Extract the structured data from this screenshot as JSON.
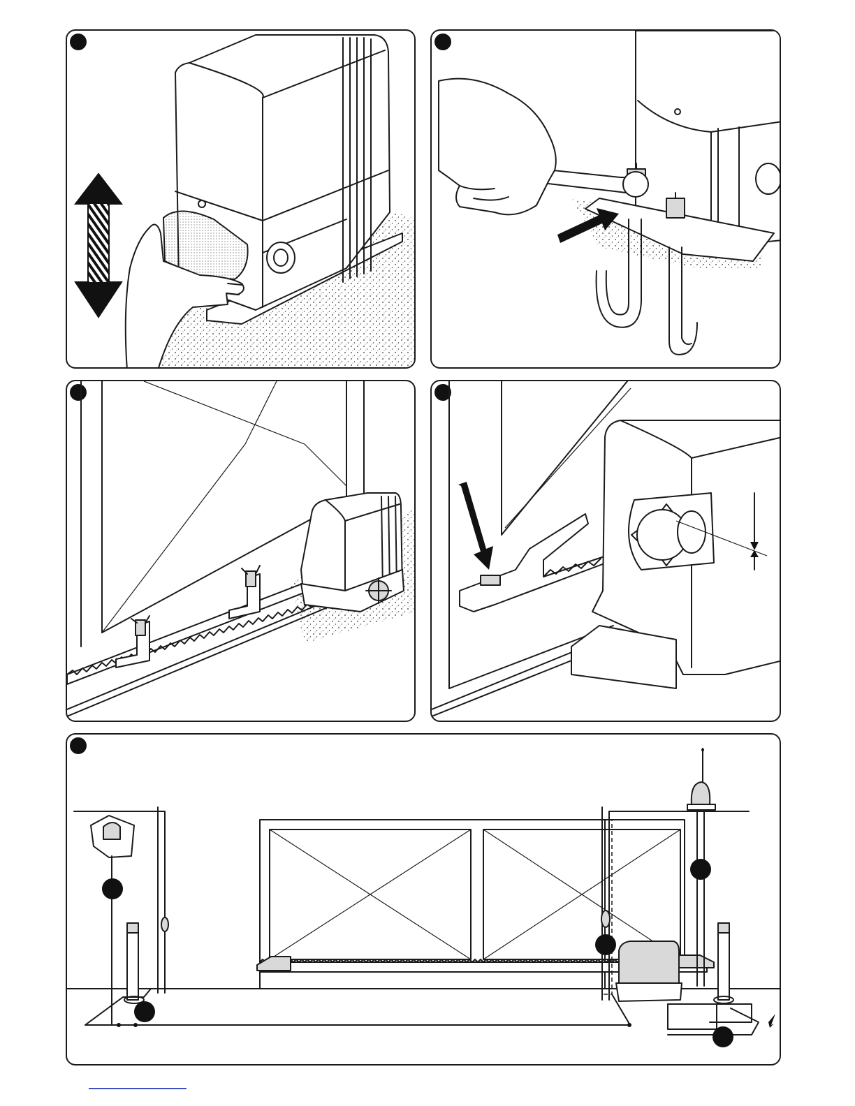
{
  "panels": [
    {
      "id": "lift-cover"
    },
    {
      "id": "tighten-anchor-nuts"
    },
    {
      "id": "rack-clamped-to-gate"
    },
    {
      "id": "rack-pinion-clearance"
    },
    {
      "id": "installation-overview"
    }
  ],
  "overview_markers": [
    "key-selector-marker",
    "photocell-marker",
    "flashing-light-marker",
    "edge-marker",
    "mains-marker"
  ],
  "colors": {
    "line": "#1a1a1a",
    "badge": "#111111",
    "shade": "#d9d9d9",
    "footer_rule": "#3b4fc4"
  }
}
